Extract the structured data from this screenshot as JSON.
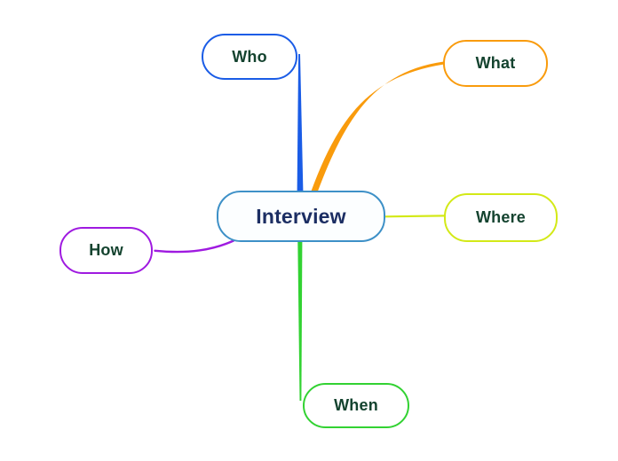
{
  "mindmap": {
    "background_color": "#ffffff",
    "root": {
      "label": "Interview",
      "border_color": "#3d90c7",
      "fill_color": "#fcfeff",
      "text_color": "#1c2e63"
    },
    "children": [
      {
        "id": "who",
        "label": "Who",
        "position": "top-left",
        "border_color": "#1a5ce6",
        "text_color": "#14432f",
        "connector_color": "#1a5ce6",
        "connector_shape": "vertical-tapered"
      },
      {
        "id": "what",
        "label": "What",
        "position": "top-right",
        "border_color": "#f99b0c",
        "text_color": "#14432f",
        "connector_color": "#f99b0c",
        "connector_shape": "curved-tapered"
      },
      {
        "id": "where",
        "label": "Where",
        "position": "right",
        "border_color": "#d3e917",
        "text_color": "#14432f",
        "connector_color": "#d3e917",
        "connector_shape": "horizontal-thin"
      },
      {
        "id": "how",
        "label": "How",
        "position": "left",
        "border_color": "#9f1ae0",
        "text_color": "#14432f",
        "connector_color": "#9f1ae0",
        "connector_shape": "curved-thin"
      },
      {
        "id": "when",
        "label": "When",
        "position": "bottom",
        "border_color": "#32d232",
        "text_color": "#14432f",
        "connector_color": "#32d232",
        "connector_shape": "vertical-tapered"
      }
    ]
  }
}
